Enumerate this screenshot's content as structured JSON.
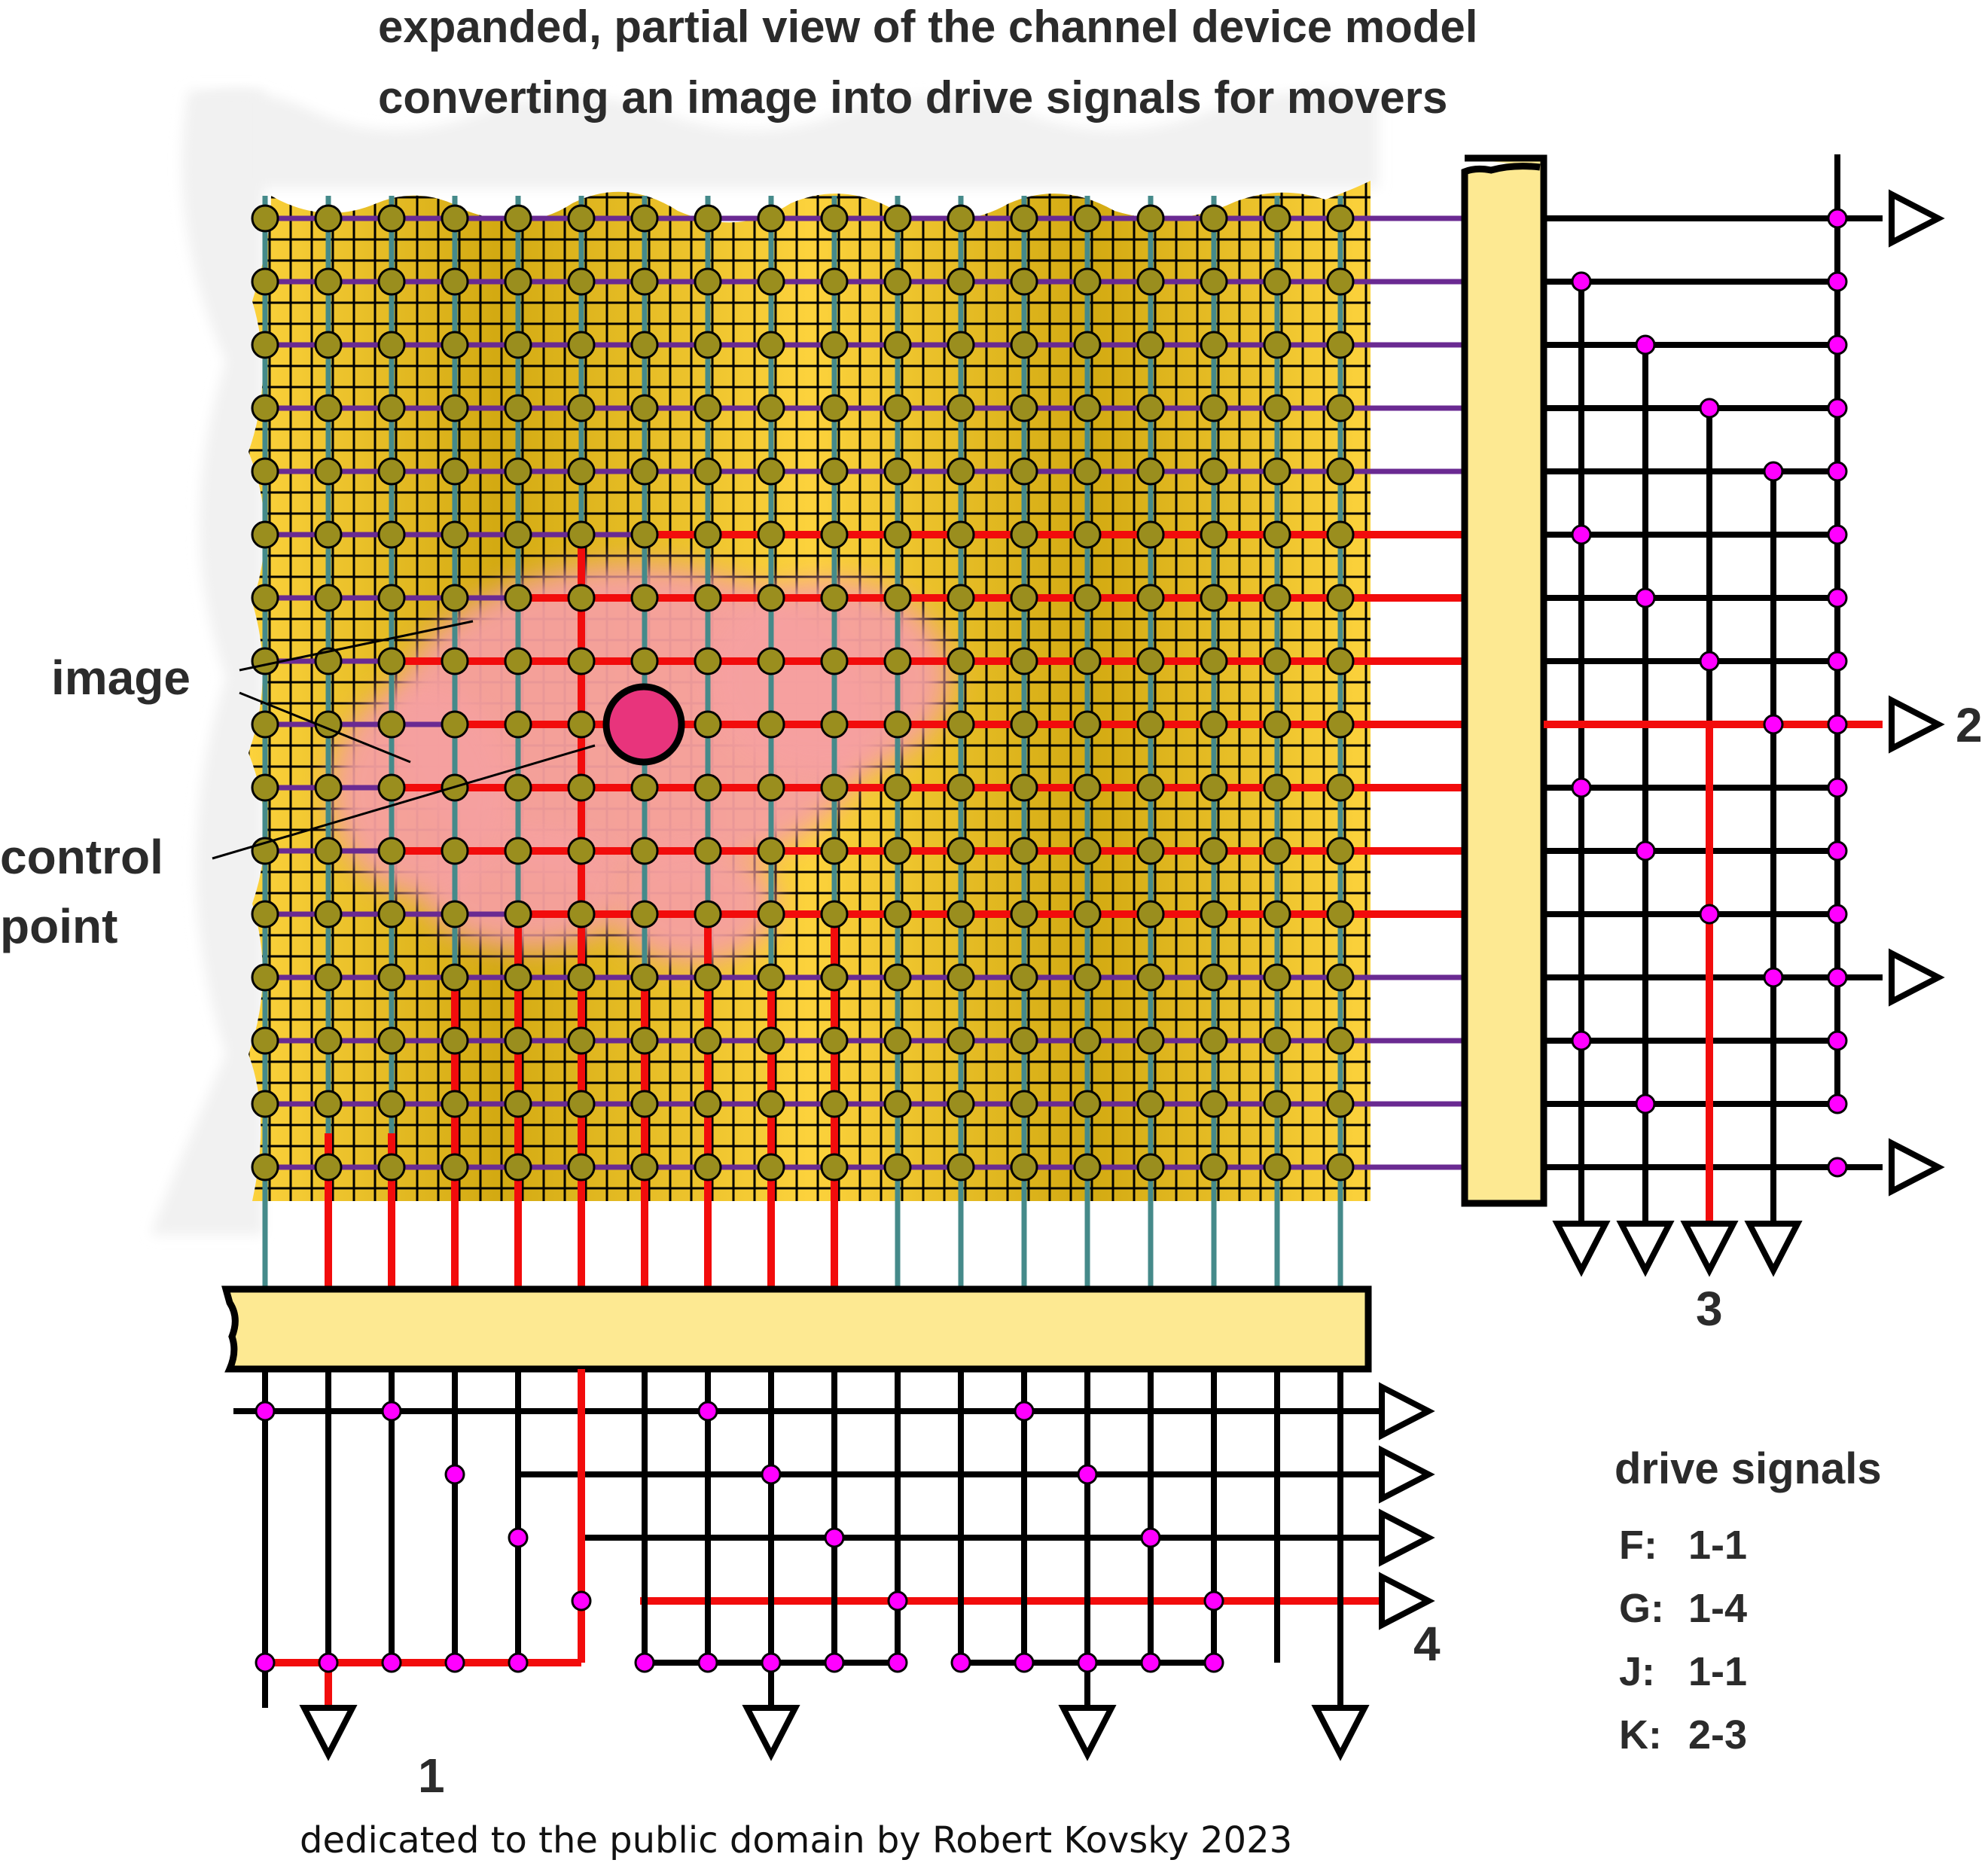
{
  "title": {
    "line1": "expanded, partial view of the channel device model",
    "line2": "converting an image into drive signals for movers"
  },
  "labels": {
    "image": "image",
    "control_point_line1": "control",
    "control_point_line2": "point"
  },
  "output_numbers": {
    "bottom": "1",
    "right": "2",
    "right_bottom": "3",
    "bottom_right": "4"
  },
  "drive_signals": {
    "heading": "drive signals",
    "entries": [
      {
        "label": "F:",
        "value": "1-1"
      },
      {
        "label": "G:",
        "value": "1-4"
      },
      {
        "label": "J:",
        "value": "1-1"
      },
      {
        "label": "K:",
        "value": "2-3"
      }
    ]
  },
  "credit": "dedicated to the public domain by Robert Kovsky 2023",
  "colors": {
    "mesh_light": "#fcd23c",
    "mesh_dark": "#d3aa12",
    "bar": "#fde992",
    "column_line": "#458a8a",
    "row_line": "#6a2a92",
    "active_line": "#f20c0c",
    "node_fill": "#9a8e1e",
    "junction": "#ff00ff",
    "image_blob": "#f6a0a0",
    "control_point": "#e8347c"
  }
}
